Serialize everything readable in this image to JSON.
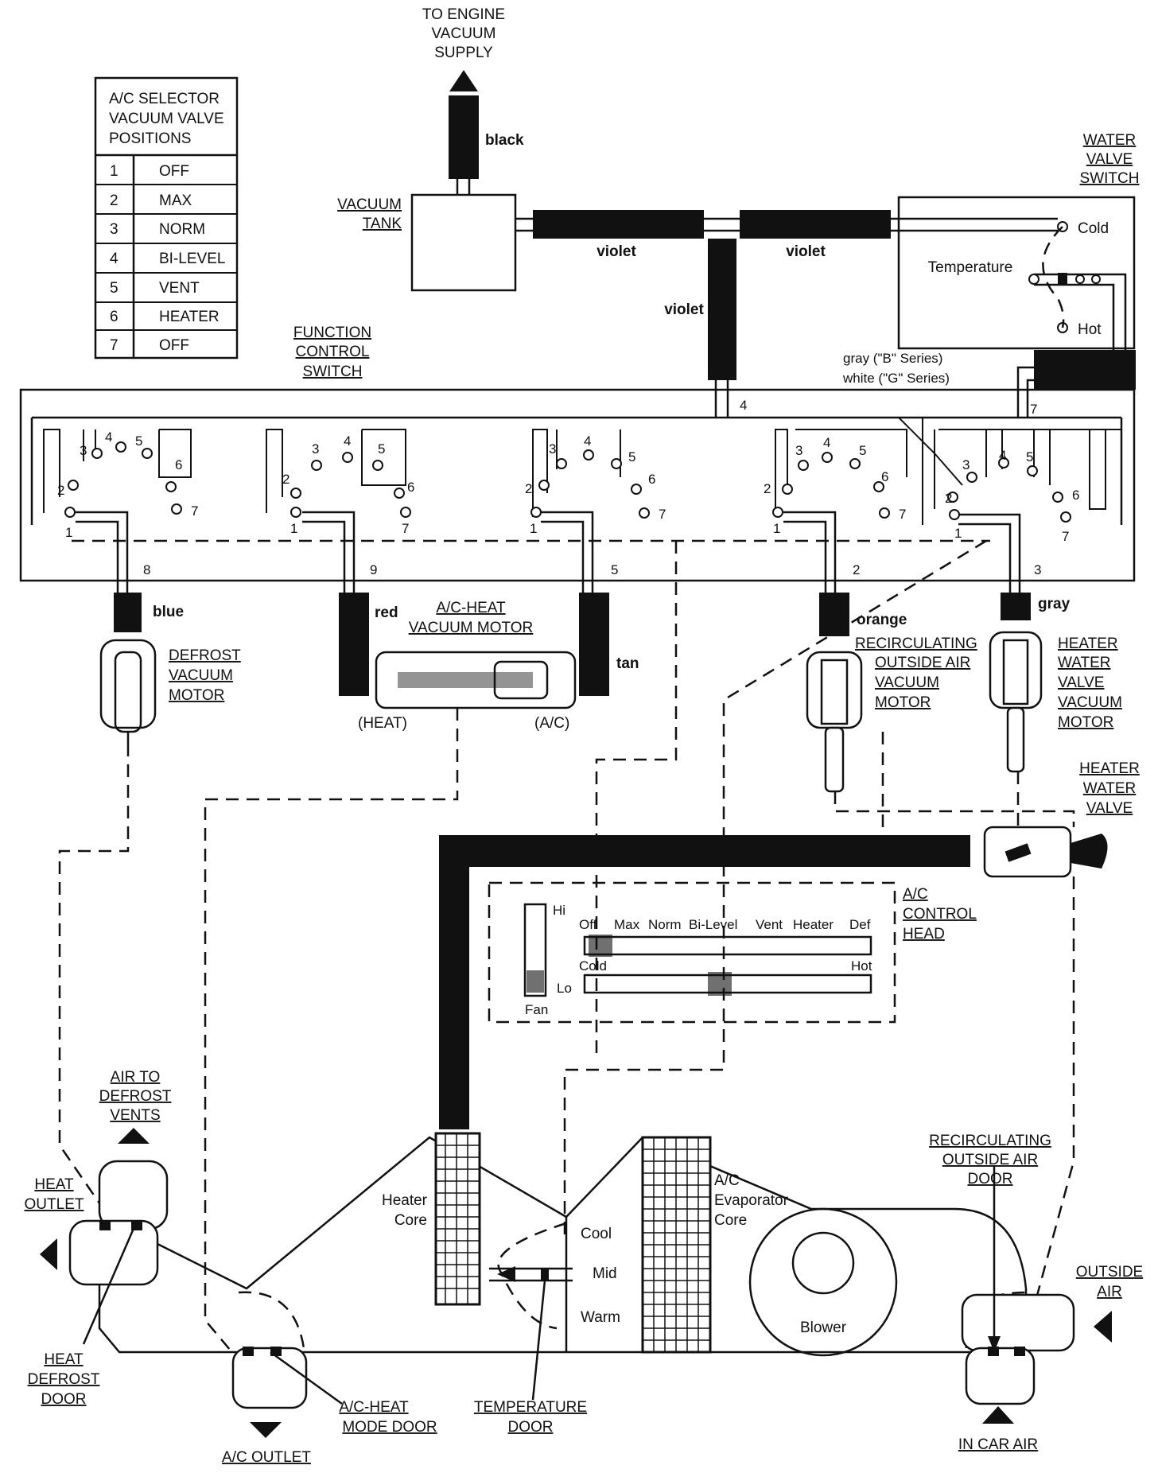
{
  "header": {
    "engine_supply": [
      "TO ENGINE",
      "VACUUM",
      "SUPPLY"
    ]
  },
  "table": {
    "title": [
      "A/C SELECTOR",
      "VACUUM VALVE",
      "POSITIONS"
    ],
    "rows": [
      {
        "num": "1",
        "label": "OFF"
      },
      {
        "num": "2",
        "label": "MAX"
      },
      {
        "num": "3",
        "label": "NORM"
      },
      {
        "num": "4",
        "label": "BI-LEVEL"
      },
      {
        "num": "5",
        "label": "VENT"
      },
      {
        "num": "6",
        "label": "HEATER"
      },
      {
        "num": "7",
        "label": "OFF"
      }
    ]
  },
  "labels": {
    "vacuum_tank": [
      "VACUUM",
      "TANK"
    ],
    "function_switch": [
      "FUNCTION",
      "CONTROL",
      "SWITCH"
    ],
    "water_valve_switch": [
      "WATER",
      "VALVE",
      "SWITCH"
    ],
    "temperature": "Temperature",
    "cold": "Cold",
    "hot": "Hot",
    "gray_b": "gray (\"B\" Series)",
    "white_g": "white (\"G\" Series)",
    "defrost_motor": [
      "DEFROST",
      "VACUUM",
      "MOTOR"
    ],
    "ac_heat_motor": [
      "A/C-HEAT",
      "VACUUM MOTOR"
    ],
    "heat_paren": "(HEAT)",
    "ac_paren": "(A/C)",
    "recirc_motor": [
      "RECIRCULATING",
      "OUTSIDE AIR",
      "VACUUM",
      "MOTOR"
    ],
    "heater_valve_motor": [
      "HEATER",
      "WATER",
      "VALVE",
      "VACUUM",
      "MOTOR"
    ],
    "heater_water_valve": [
      "HEATER",
      "WATER",
      "VALVE"
    ],
    "control_head": [
      "A/C",
      "CONTROL",
      "HEAD"
    ],
    "air_to_defrost": [
      "AIR TO",
      "DEFROST",
      "VENTS"
    ],
    "heat_outlet": [
      "HEAT",
      "OUTLET"
    ],
    "heat_defrost_door": [
      "HEAT",
      "DEFROST",
      "DOOR"
    ],
    "ac_heat_mode_door": [
      "A/C-HEAT",
      "MODE DOOR"
    ],
    "ac_outlet": "A/C OUTLET",
    "temperature_door": [
      "TEMPERATURE",
      "DOOR"
    ],
    "heater_core": [
      "Heater",
      "Core"
    ],
    "evap_core": [
      "A/C",
      "Evaporator",
      "Core"
    ],
    "blower": "Blower",
    "cool": "Cool",
    "mid": "Mid",
    "warm": "Warm",
    "recirc_door": [
      "RECIRCULATING",
      "OUTSIDE AIR",
      "DOOR"
    ],
    "outside_air": [
      "OUTSIDE",
      "AIR"
    ],
    "in_car_air": "IN CAR AIR"
  },
  "hoses": {
    "black": "black",
    "violet": "violet",
    "blue": "blue",
    "red": "red",
    "tan": "tan",
    "orange": "orange",
    "gray": "gray"
  },
  "port_numbers": [
    "1",
    "2",
    "3",
    "4",
    "5",
    "6",
    "7"
  ],
  "outlet_numbers": {
    "o8": "8",
    "o9": "9",
    "o5": "5",
    "o2": "2",
    "o3": "3",
    "o4": "4",
    "o7": "7"
  },
  "control_head": {
    "modes": [
      "Off",
      "Max",
      "Norm",
      "Bi-Level",
      "Vent",
      "Heater",
      "Def"
    ],
    "cold": "Cold",
    "hot": "Hot",
    "fan_hi": "Hi",
    "fan_lo": "Lo",
    "fan": "Fan"
  }
}
